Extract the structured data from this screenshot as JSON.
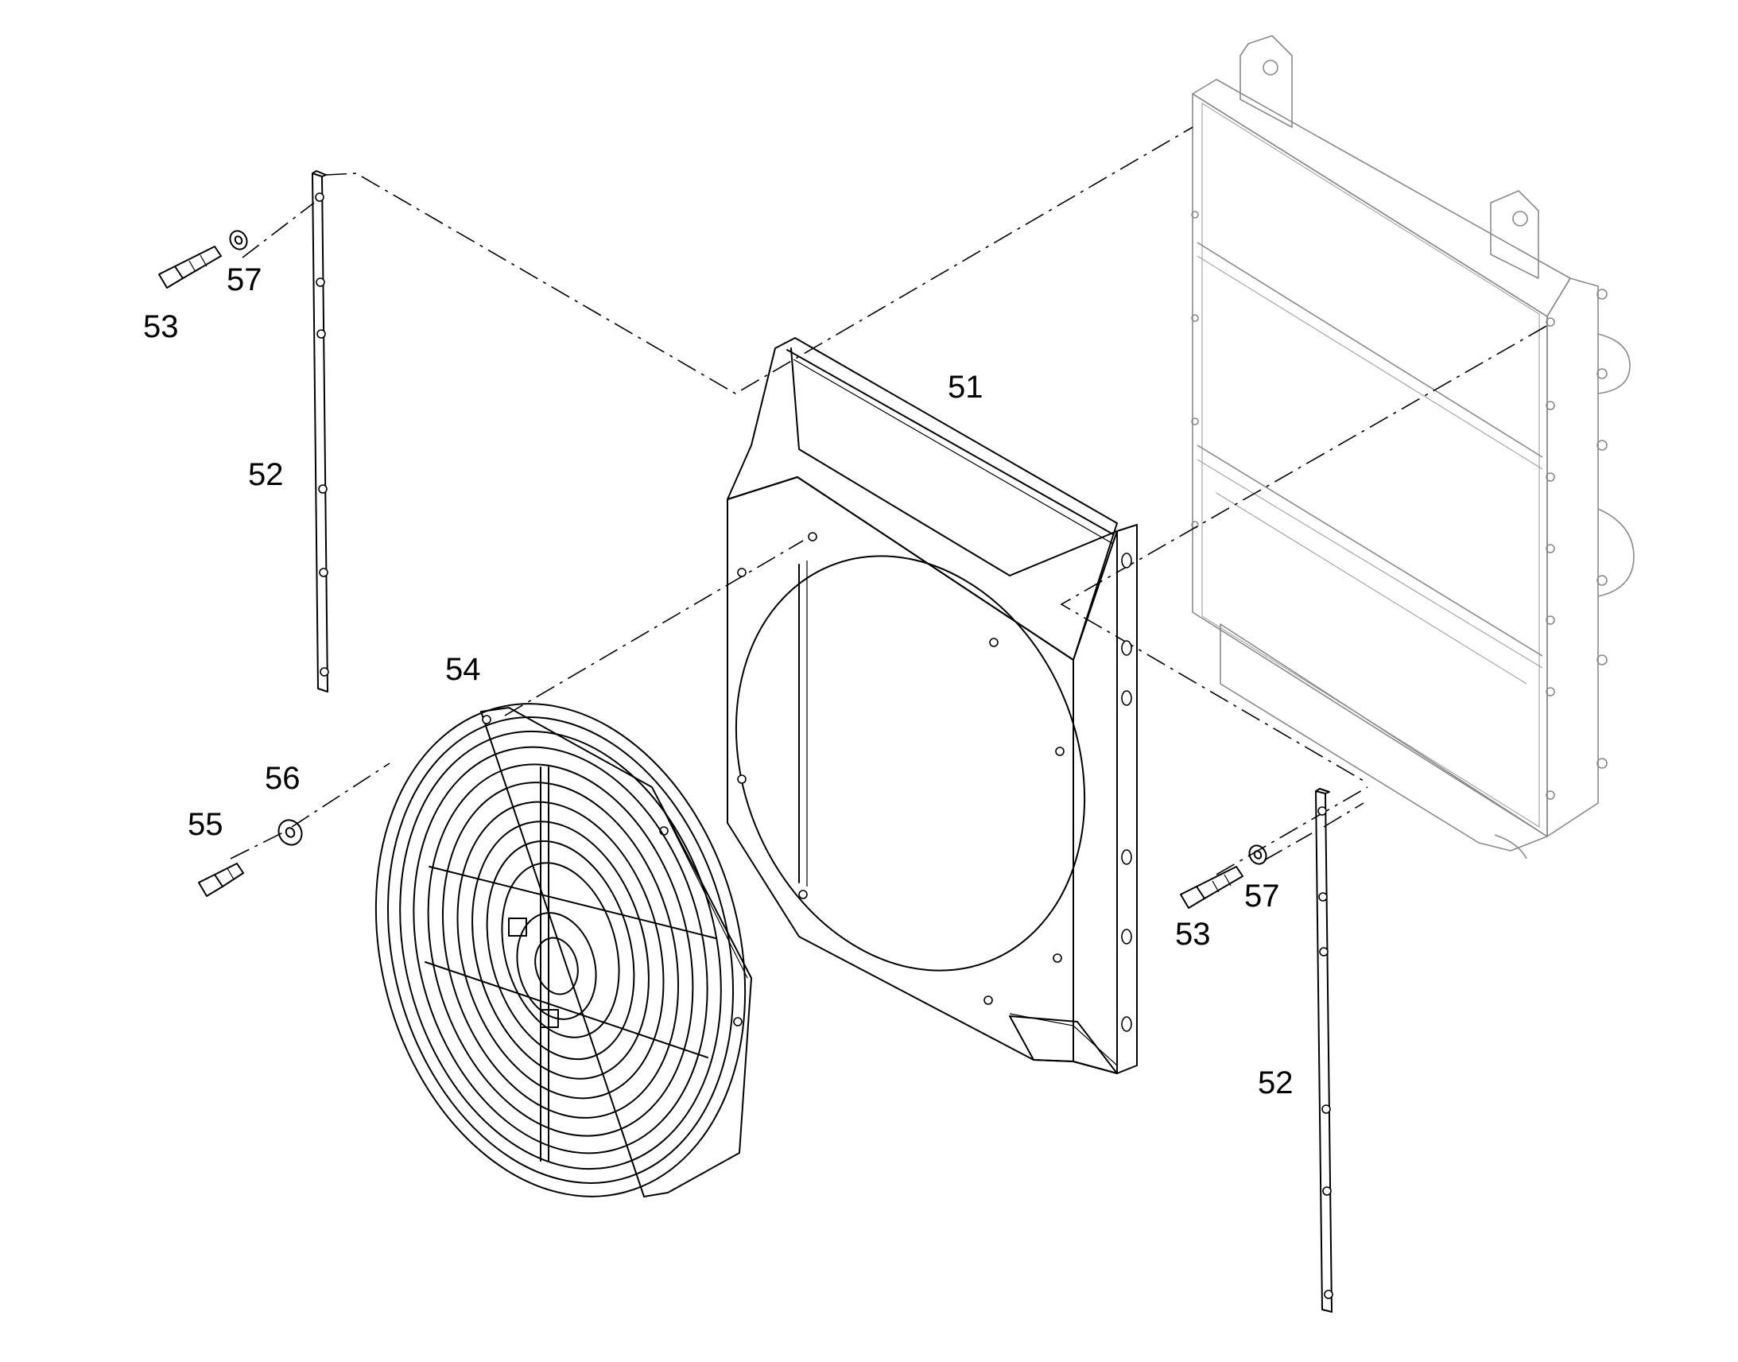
{
  "labels": {
    "shroud": "51",
    "strip_left": "52",
    "strip_right": "52",
    "bolt_left": "53",
    "bolt_right": "53",
    "fan": "54",
    "fan_bolt": "55",
    "fan_washer": "56",
    "washer_left": "57",
    "washer_right": "57"
  }
}
